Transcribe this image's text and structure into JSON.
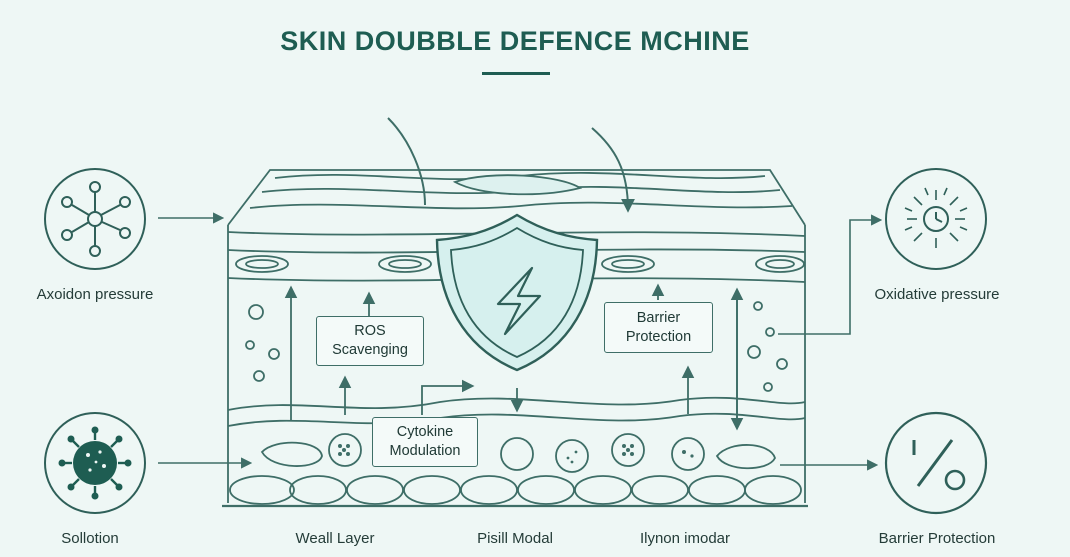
{
  "title": "SKIN DOUBBLE DEFENCE MCHINE",
  "labels": {
    "left_top": "Axoidon pressure",
    "left_bottom": "Sollotion",
    "right_top": "Oxidative pressure",
    "right_bottom": "Barrier Protection",
    "bottom_1": "Weall Layer",
    "bottom_2": "Pisill Modal",
    "bottom_3": "Ilynon imodar"
  },
  "boxes": {
    "ros": [
      "ROS",
      "Scavenging"
    ],
    "barrier": [
      "Barrier",
      "Protection"
    ],
    "cytokine": [
      "Cytokine",
      "Modulation"
    ]
  },
  "icons": {
    "left_top": "molecule-network-icon",
    "left_bottom": "virus-icon",
    "right_top": "oxidative-burst-icon",
    "right_bottom": "percent-icon",
    "center": "shield-lightning-icon"
  },
  "colors": {
    "accent": "#1e5d52",
    "line": "#3e6e67",
    "shield_fill": "#d6f0ee"
  }
}
